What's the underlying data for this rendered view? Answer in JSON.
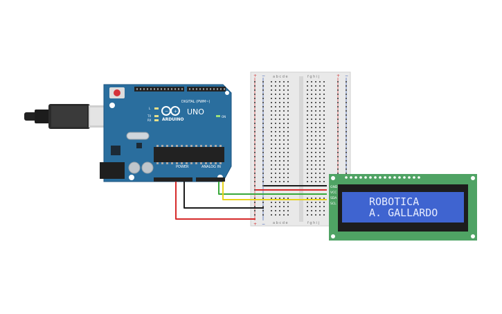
{
  "arduino": {
    "brand": "ARDUINO",
    "model": "UNO",
    "digital_label": "DIGITAL (PWM~)",
    "power_label": "POWER",
    "analog_label": "ANALOG IN",
    "on_label": "ON",
    "tx_label": "TX",
    "rx_label": "RX",
    "l_label": "L",
    "board_color": "#2a6e9e"
  },
  "breadboard": {
    "columns_top": "a b c d e",
    "columns_top_right": "f g h i j",
    "columns_bottom": "a b c d e",
    "columns_bottom_right": "f g h i j",
    "plus": "+",
    "minus": "−"
  },
  "lcd": {
    "pins": [
      "GND",
      "VCC",
      "SDA",
      "SCL"
    ],
    "line1": "ROBOTICA",
    "line2": "A. GALLARDO",
    "pcb_color": "#4fa364",
    "screen_color": "#3f64d0"
  },
  "wires": {
    "black": "#1a1a1a",
    "red": "#d62a2a",
    "green": "#38a83a",
    "yellow": "#e8d21c"
  }
}
